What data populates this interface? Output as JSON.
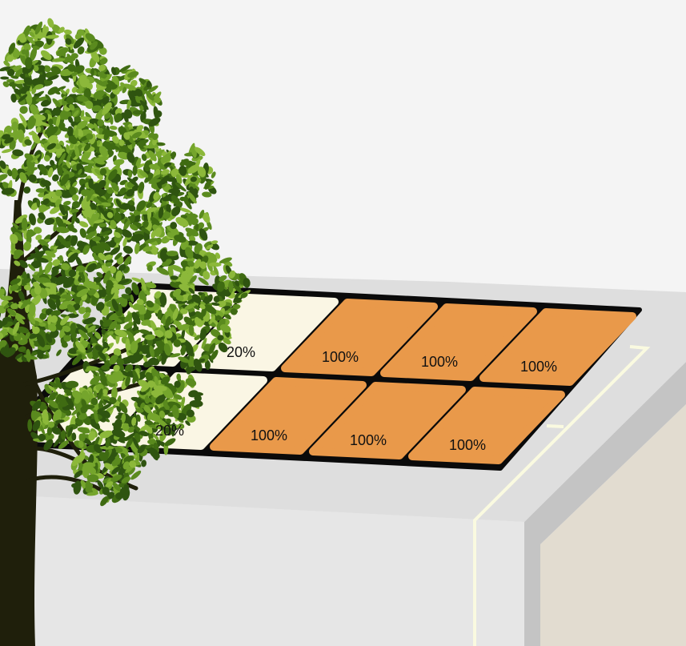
{
  "colors": {
    "sky": "#f4f4f4",
    "roof_top": "#dedede",
    "front_wall": "#e6e6e6",
    "side_band": "#c4c4c4",
    "side_wall": "#e2dcd0",
    "panel_frame": "#0a0a0a",
    "shaded_cell": "#faf6e4",
    "sunlit_cell": "#e9994a",
    "wire": "#fafae0",
    "leaf_greens": [
      "#2f5410",
      "#3f6b12",
      "#5a8a1e",
      "#75a52c",
      "#8cb83a"
    ],
    "trunk": "#1f1f0b"
  },
  "panels": {
    "rows": [
      {
        "cells": [
          {
            "label": "",
            "state": "shaded"
          },
          {
            "label": "20%",
            "state": "shaded"
          },
          {
            "label": "100%",
            "state": "sunlit"
          },
          {
            "label": "100%",
            "state": "sunlit"
          },
          {
            "label": "100%",
            "state": "sunlit"
          }
        ]
      },
      {
        "cells": [
          {
            "label": "",
            "state": "shaded"
          },
          {
            "label": "20%",
            "state": "shaded"
          },
          {
            "label": "100%",
            "state": "sunlit"
          },
          {
            "label": "100%",
            "state": "sunlit"
          },
          {
            "label": "100%",
            "state": "sunlit"
          }
        ]
      }
    ]
  },
  "tree_icon": "tree-icon"
}
